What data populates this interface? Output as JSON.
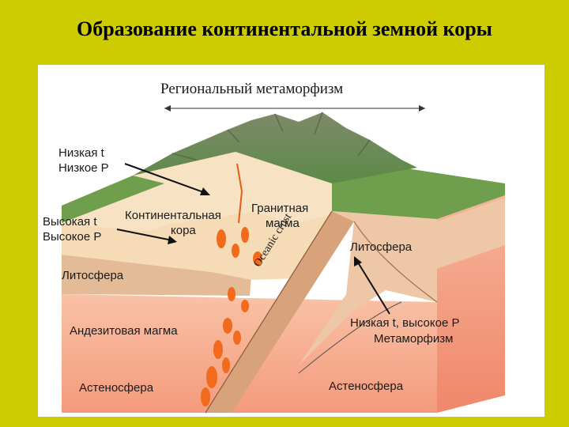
{
  "title": "Образование континентальной земной коры",
  "diagram": {
    "heading": "Региональный метаморфизм",
    "labels": {
      "low_t": "Низкая t",
      "low_p": "Низкое P",
      "high_t": "Высокая t",
      "high_p": "Высокое P",
      "continental_crust_1": "Континентальная",
      "continental_crust_2": "кора",
      "granite_magma_1": "Гранитная",
      "granite_magma_2": "магма",
      "lithosphere_left": "Литосфера",
      "lithosphere_right": "Литосфера",
      "oceanic_crust": "Oceanic crust",
      "andesite_magma": "Андезитовая магма",
      "low_t_high_p": "Низкая t, высокое P",
      "metamorphism": "Метаморфизм",
      "asthenosphere_left": "Астеносфера",
      "asthenosphere_right": "Астеносфера"
    },
    "colors": {
      "background": "#cccc00",
      "mountains": "#6a9a4a",
      "continental_crust": "#f3d9b0",
      "lithosphere": "#e6bc9a",
      "asthenosphere": "#f6a98c",
      "magma": "#f26a1b"
    }
  }
}
